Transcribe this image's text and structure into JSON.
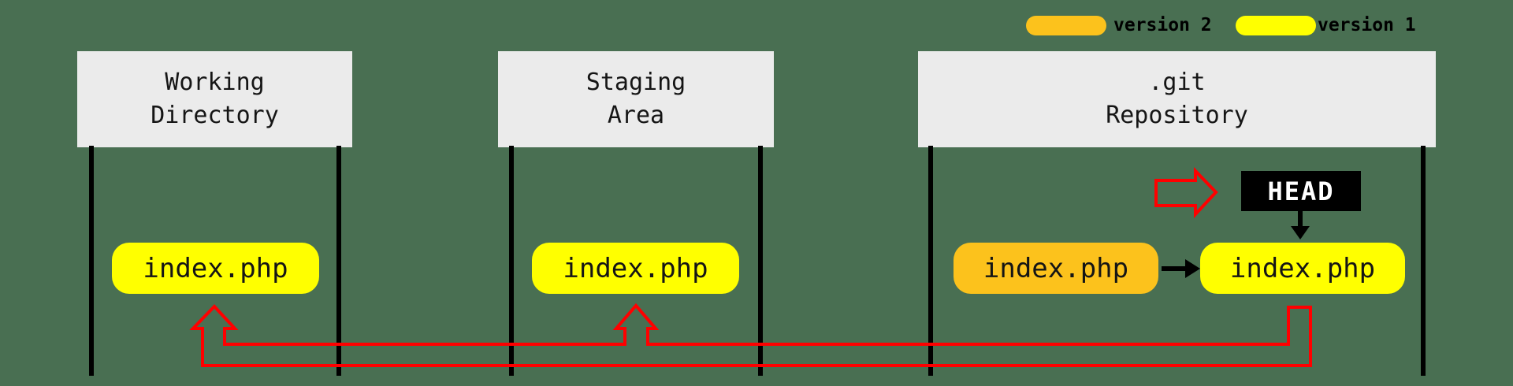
{
  "legend": {
    "version2_label": "version 2",
    "version1_label": "version 1"
  },
  "sections": {
    "working": {
      "title_line1": "Working",
      "title_line2": "Directory",
      "file_label": "index.php"
    },
    "staging": {
      "title_line1": "Staging",
      "title_line2": "Area",
      "file_label": "index.php"
    },
    "repository": {
      "title_line1": ".git",
      "title_line2": "Repository",
      "file_version2_label": "index.php",
      "file_version1_label": "index.php",
      "head_label": "HEAD"
    }
  },
  "colors": {
    "background_green": "#496f52",
    "version1_yellow": "#ffff00",
    "version2_orange": "#fcc21c",
    "box_gray": "#ebebeb",
    "arrow_red": "#ff0000",
    "line_black": "#000000",
    "head_bg": "#000000",
    "head_text": "#ffffff"
  }
}
